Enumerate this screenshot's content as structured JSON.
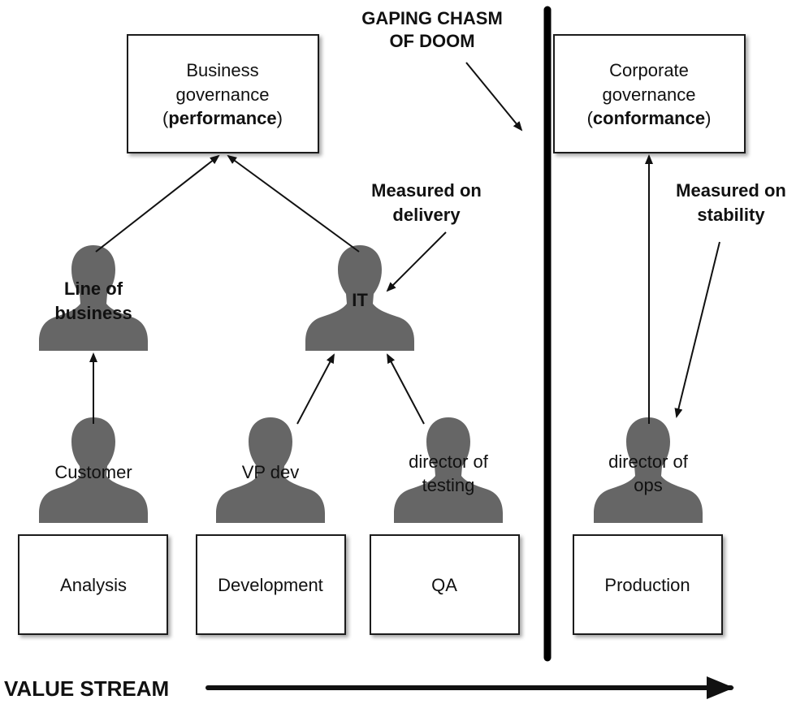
{
  "governance": {
    "business": {
      "line1": "Business",
      "line2": "governance",
      "line3_open": "(",
      "line3_bold": "performance",
      "line3_close": ")"
    },
    "corporate": {
      "line1": "Corporate",
      "line2": "governance",
      "line3_open": "(",
      "line3_bold": "conformance",
      "line3_close": ")"
    }
  },
  "chasm": {
    "line1": "GAPING CHASM",
    "line2": "OF DOOM"
  },
  "annotations": {
    "delivery": {
      "line1": "Measured on",
      "line2": "delivery"
    },
    "stability": {
      "line1": "Measured on",
      "line2": "stability"
    }
  },
  "people": {
    "line_of_business": {
      "line1": "Line of",
      "line2": "business"
    },
    "it": {
      "line1": "IT"
    },
    "customer": {
      "line1": "Customer"
    },
    "vp_dev": {
      "line1": "VP dev"
    },
    "director_testing": {
      "line1": "director of",
      "line2": "testing"
    },
    "director_ops": {
      "line1": "director of",
      "line2": "ops"
    }
  },
  "stages": {
    "analysis": "Analysis",
    "development": "Development",
    "qa": "QA",
    "production": "Production"
  },
  "value_stream": {
    "label": "VALUE STREAM"
  },
  "colors": {
    "person_fill": "#666666",
    "line": "#111111",
    "box_stroke": "#1a1a1a"
  }
}
